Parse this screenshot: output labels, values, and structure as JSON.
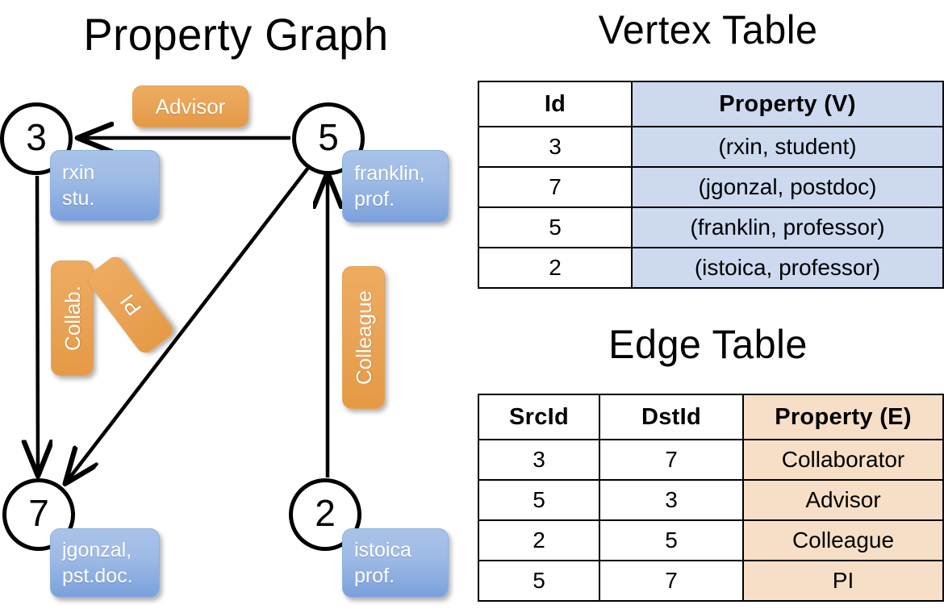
{
  "titles": {
    "property_graph": "Property Graph",
    "vertex_table": "Vertex Table",
    "edge_table": "Edge Table"
  },
  "graph": {
    "nodes": [
      {
        "id": "3",
        "name": "node-3",
        "property_lines": [
          "rxin",
          "stu."
        ]
      },
      {
        "id": "5",
        "name": "node-5",
        "property_lines": [
          "franklin,",
          "prof."
        ]
      },
      {
        "id": "7",
        "name": "node-7",
        "property_lines": [
          "jgonzal,",
          "pst.doc."
        ]
      },
      {
        "id": "2",
        "name": "node-2",
        "property_lines": [
          "istoica",
          "prof."
        ]
      }
    ],
    "edge_labels": [
      {
        "text": "Advisor",
        "from": "5",
        "to": "3",
        "orientation": "horizontal"
      },
      {
        "text": "Collab.",
        "from": "3",
        "to": "7",
        "orientation": "vertical"
      },
      {
        "text": "PI",
        "from": "5",
        "to": "7",
        "orientation": "diagonal"
      },
      {
        "text": "Colleague",
        "from": "2",
        "to": "5",
        "orientation": "vertical"
      }
    ],
    "node_box_text": {
      "rxin": {
        "l1": "rxin",
        "l2": "stu."
      },
      "franklin": {
        "l1": "franklin,",
        "l2": "prof."
      },
      "jgonzal": {
        "l1": "jgonzal,",
        "l2": "pst.doc."
      },
      "istoica": {
        "l1": "istoica",
        "l2": "prof."
      }
    }
  },
  "vertex_table": {
    "headers": [
      "Id",
      "Property (V)"
    ],
    "rows": [
      {
        "id": "3",
        "property": "(rxin, student)"
      },
      {
        "id": "7",
        "property": "(jgonzal, postdoc)"
      },
      {
        "id": "5",
        "property": "(franklin, professor)"
      },
      {
        "id": "2",
        "property": "(istoica, professor)"
      }
    ]
  },
  "edge_table": {
    "headers": [
      "SrcId",
      "DstId",
      "Property (E)"
    ],
    "rows": [
      {
        "src": "3",
        "dst": "7",
        "property": "Collaborator"
      },
      {
        "src": "5",
        "dst": "3",
        "property": "Advisor"
      },
      {
        "src": "2",
        "dst": "5",
        "property": "Colleague"
      },
      {
        "src": "5",
        "dst": "7",
        "property": "PI"
      }
    ]
  },
  "colors": {
    "vertex_property_fill": "#ccd9ee",
    "edge_property_fill": "#f6dfc6",
    "node_box_blue": "#9ebbe6",
    "edge_label_orange": "#e9a458",
    "stroke": "#000000",
    "background": "#ffffff"
  }
}
